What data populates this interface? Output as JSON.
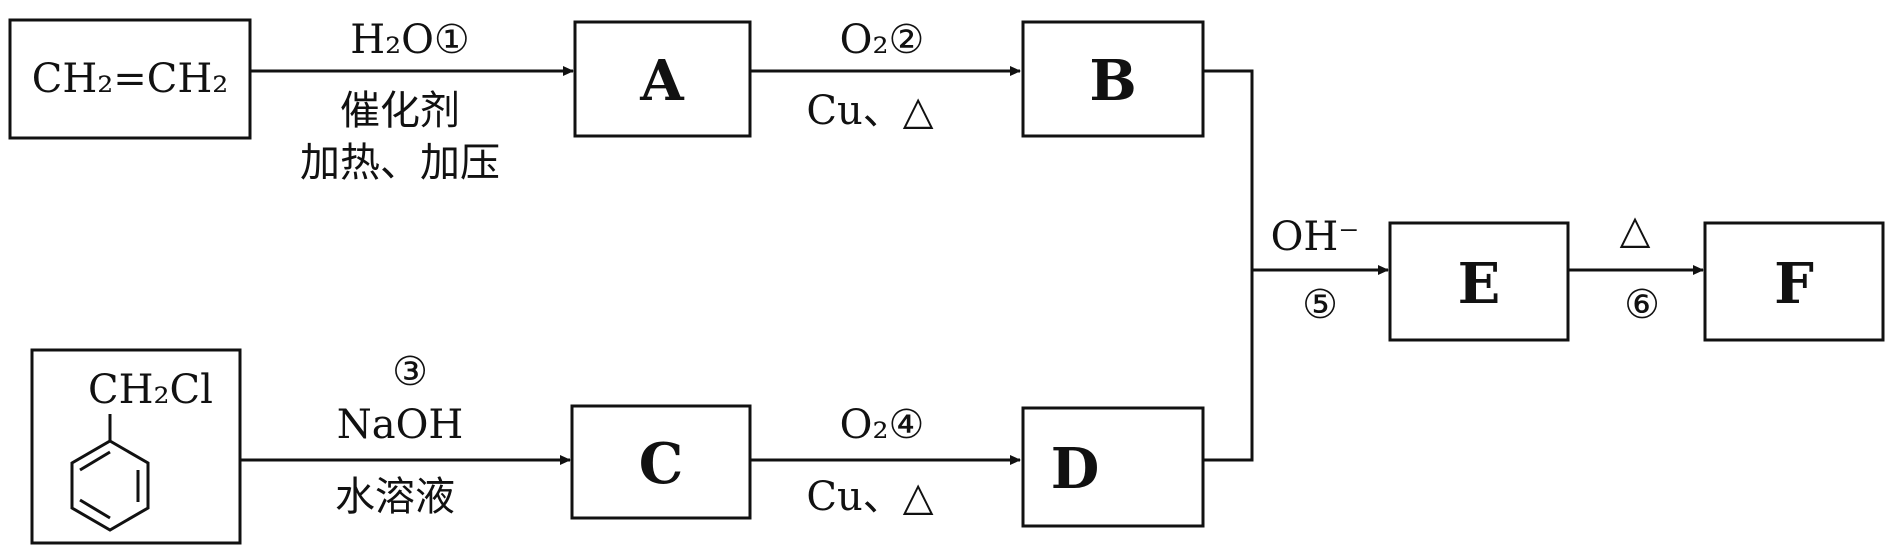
{
  "nodes": {
    "ethylene": "CH₂=CH₂",
    "benzyl_chloride": "CH₂Cl",
    "A": "A",
    "B": "B",
    "C": "C",
    "D": "D",
    "E": "E",
    "F": "F"
  },
  "reactions": {
    "r1": {
      "top": "H₂O①",
      "bottom_1": "催化剂",
      "bottom_2": "加热、加压"
    },
    "r2": {
      "top": "O₂②",
      "bottom": "Cu、△"
    },
    "r3": {
      "top_1": "③",
      "top_2": "NaOH",
      "bottom": "水溶液"
    },
    "r4": {
      "top": "O₂④",
      "bottom": "Cu、△"
    },
    "r5": {
      "top": "OH⁻",
      "bottom": "⑤"
    },
    "r6": {
      "top": "△",
      "bottom": "⑥"
    }
  }
}
